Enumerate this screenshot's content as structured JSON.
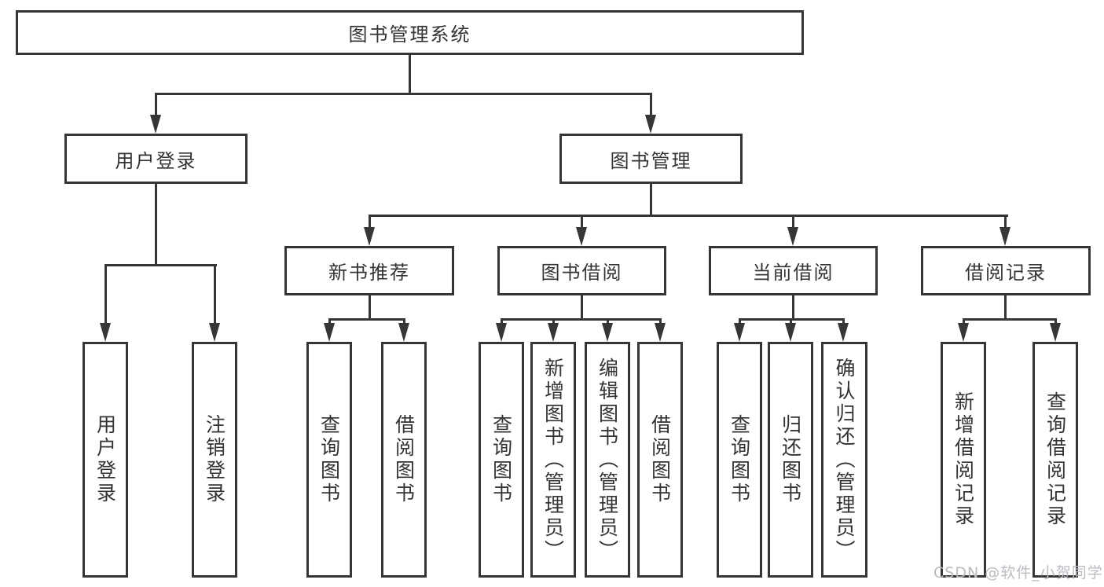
{
  "nodes": {
    "root": "图书管理系统",
    "user_login": "用户登录",
    "book_management": "图书管理",
    "new_book_recommend": "新书推荐",
    "book_borrowing": "图书借阅",
    "current_borrowing": "当前借阅",
    "borrowing_records": "借阅记录",
    "leaf_user_login": "用户登录",
    "leaf_logout": "注销登录",
    "leaf_query_book_recommend": "查询图书",
    "leaf_borrow_book_recommend": "借阅图书",
    "leaf_query_book_borrowing": "查询图书",
    "leaf_add_book_admin": "新增图书（管理员）",
    "leaf_edit_book_admin": "编辑图书（管理员）",
    "leaf_borrow_book_borrowing": "借阅图书",
    "leaf_query_book_current": "查询图书",
    "leaf_return_book": "归还图书",
    "leaf_confirm_return_admin": "确认归还（管理员）",
    "leaf_add_borrow_record": "新增借阅记录",
    "leaf_query_borrow_record": "查询借阅记录"
  },
  "watermark": {
    "text": "CSDN @软件_小贺同学"
  },
  "colors": {
    "line": "#363636",
    "text": "#333333",
    "background": "#ffffff",
    "watermark": "#b9bdc2"
  }
}
